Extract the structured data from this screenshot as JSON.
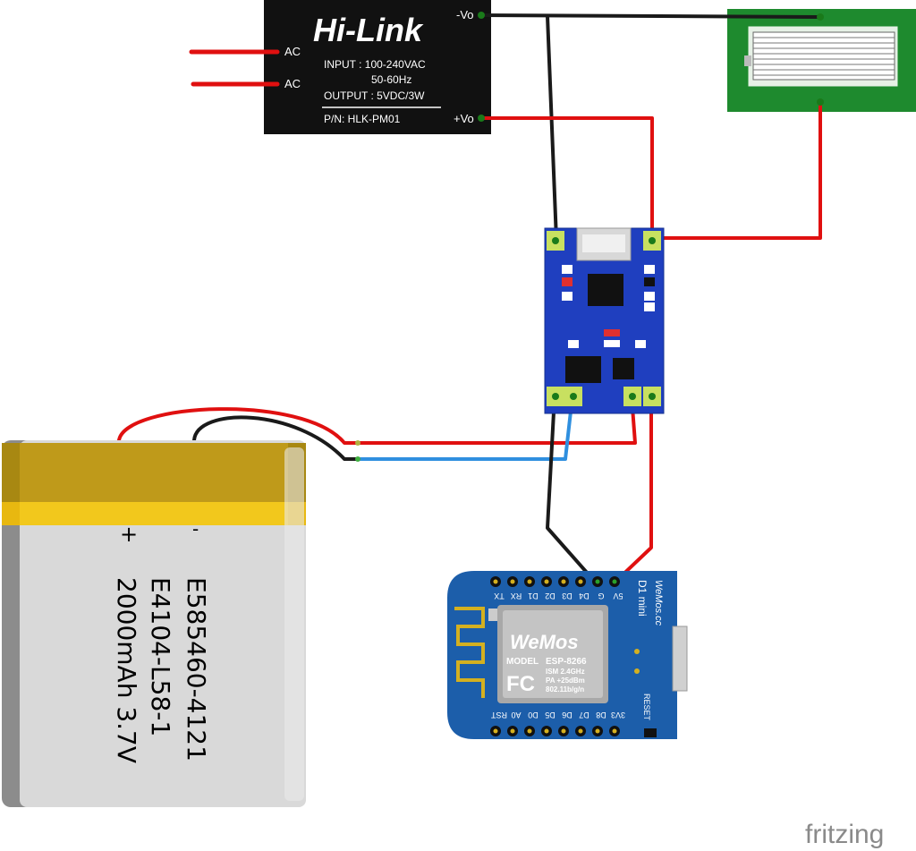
{
  "hilink": {
    "brand": "Hi-Link",
    "input_line1": "INPUT : 100-240VAC",
    "input_line2": "50-60Hz",
    "output": "OUTPUT : 5VDC/3W",
    "pn": "P/N: HLK-PM01",
    "ac1": "AC",
    "ac2": "AC",
    "vo_neg": "-Vo",
    "vo_pos": "+Vo"
  },
  "battery": {
    "plus": "+",
    "minus": "-",
    "line1": "E585460-4121",
    "line2": "E4104-L58-1",
    "line3": "2000mAh 3.7V"
  },
  "wemos": {
    "top_pins": [
      "TX",
      "RX",
      "D1",
      "D2",
      "D3",
      "D4",
      "G",
      "5V"
    ],
    "bottom_pins": [
      "RST",
      "A0",
      "D0",
      "D5",
      "D6",
      "D7",
      "D8",
      "3V3"
    ],
    "logo": "WeMos",
    "model_label": "MODEL",
    "model_value": "ESP-8266",
    "spec1": "ISM 2.4GHz",
    "spec2": "PA +25dBm",
    "spec3": "802.11b/g/n",
    "fc": "FC",
    "side1": "D1 mini",
    "side2": "WeMos.cc",
    "reset": "RESET"
  },
  "watermark": "fritzing",
  "colors": {
    "wire_red": "#e01010",
    "wire_black": "#1a1a1a",
    "wire_blue": "#2f8fdf",
    "charger_board": "#1f3fbf",
    "wemos_board": "#1c5eaa",
    "solar_panel": "#1e8a2e",
    "battery_gold": "#bf9a1a",
    "battery_yellow": "#f2c81c",
    "battery_body": "#d9d9d9"
  }
}
